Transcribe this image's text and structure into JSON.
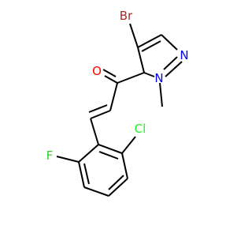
{
  "molecule": {
    "colors": {
      "bond": "#000000",
      "Br": "#A52A2A",
      "O": "#FF0000",
      "N": "#0000FF",
      "F": "#33CC33",
      "Cl": "#1FF01F"
    },
    "atoms": {
      "br": "Br",
      "o": "O",
      "n1": "N",
      "n2": "N",
      "f": "F",
      "cl": "Cl"
    }
  }
}
